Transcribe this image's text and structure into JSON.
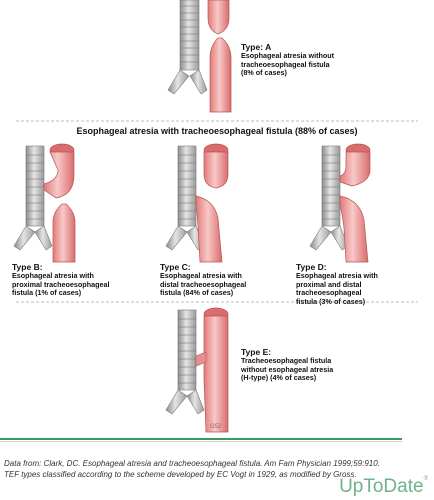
{
  "types": {
    "a": {
      "title": "Type: A",
      "desc": "Esophageal atresia without\ntracheoesophageal fistula\n(8% of cases)"
    },
    "b": {
      "title": "Type B:",
      "desc": "Esophageal atresia with\nproximal tracheoesophageal\nfistula (1% of cases)"
    },
    "c": {
      "title": "Type C:",
      "desc": "Esophageal atresia with\ndistal tracheoesophageal\nfistula (84% of cases)"
    },
    "d": {
      "title": "Type D:",
      "desc": "Esophageal atresia with\nproximal and distal\ntracheoesophageal\nfistula (3% of cases)"
    },
    "e": {
      "title": "Type E:",
      "desc": "Tracheoesophageal fistula\nwithout esophageal atresia\n(H-type) (4% of cases)"
    }
  },
  "section_title": "Esophageal atresia with tracheoesophageal fistula (88% of cases)",
  "artist_signature": "G52",
  "footer": {
    "source": "Data from: Clark, DC. Esophageal atresia and tracheoesophageal fistula. Am Fam Physician 1999;59:910. TEF types classified according to the scheme developed by EC Vogt in 1929, as modified by Gross."
  },
  "brand": {
    "name": "UpToDate",
    "mark": "®"
  },
  "colors": {
    "trachea": "#bdbdbd",
    "trachea_ring": "#8f8f8f",
    "esophagus": "#f2a6a6",
    "esophagus_edge": "#c85a5a",
    "brand": "#6fb38a",
    "rule": "#3c9a57"
  }
}
